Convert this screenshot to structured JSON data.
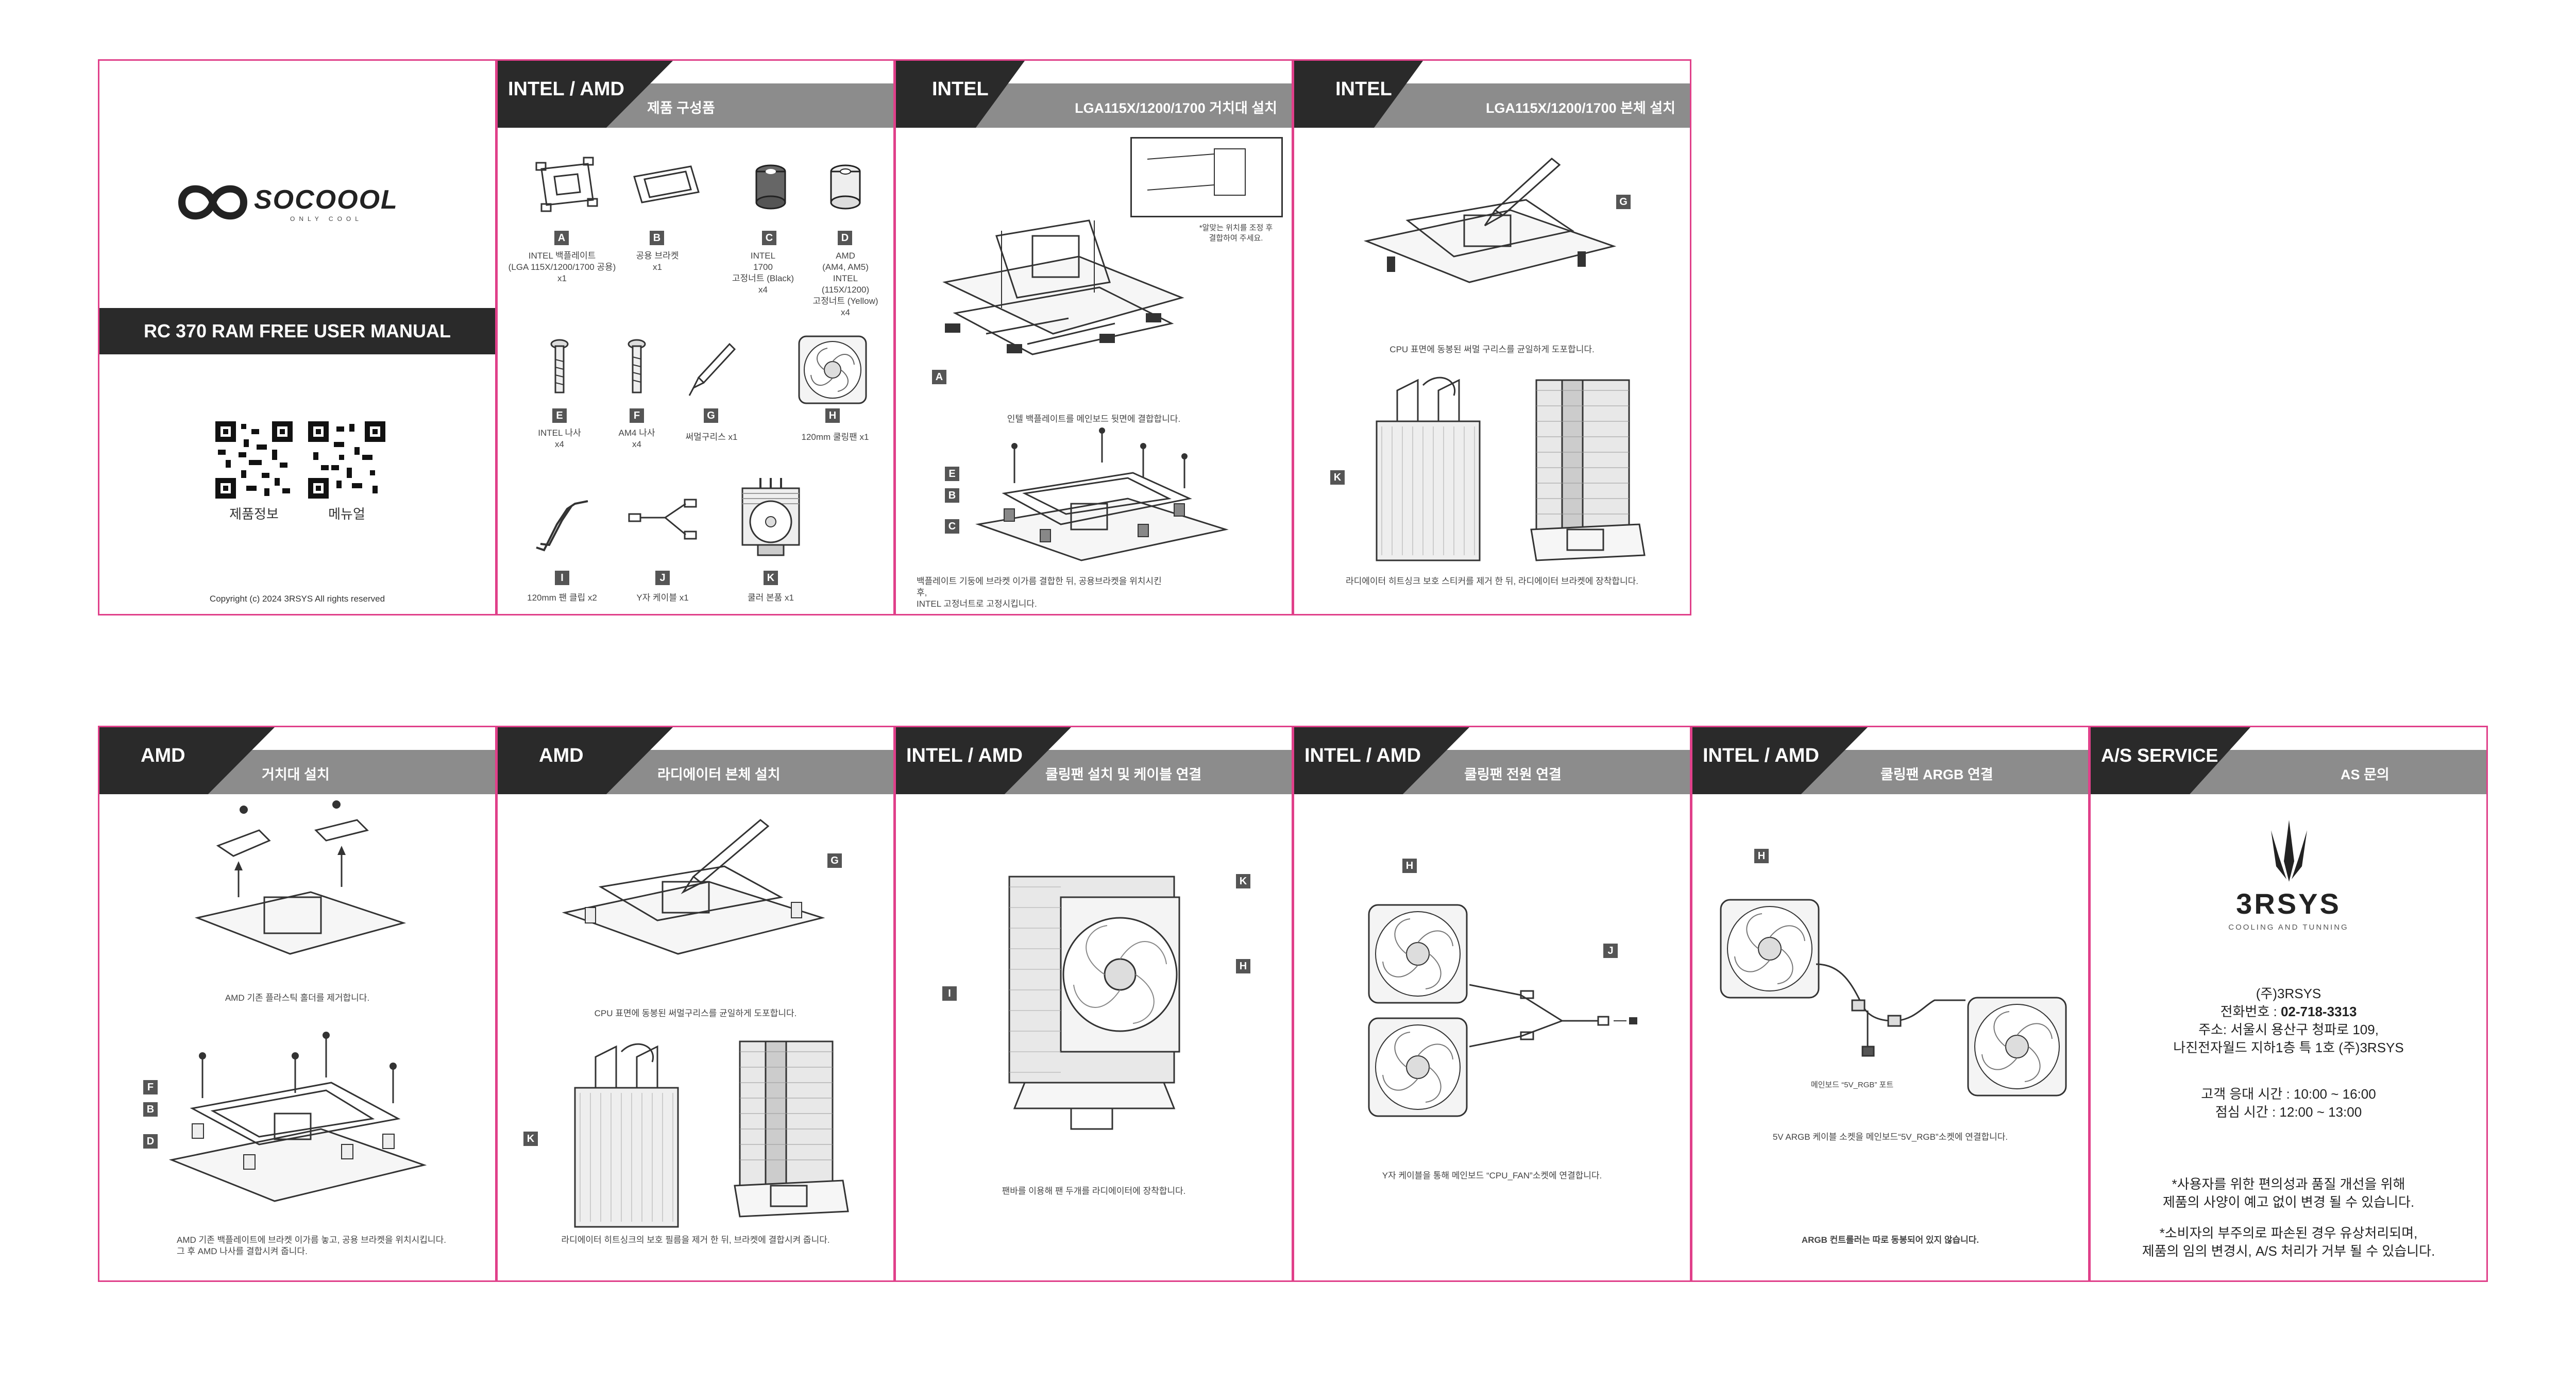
{
  "cover": {
    "brand": "SOCOOOL",
    "slogan": "ONLY COOL",
    "manual_title": "RC 370 RAM FREE USER MANUAL",
    "qr1_label": "제품정보",
    "qr2_label": "메뉴얼",
    "copyright": "Copyright (c) 2024 3RSYS  All rights reserved"
  },
  "p1": {
    "tag": "INTEL / AMD",
    "title": "제품 구성품",
    "items": [
      {
        "letter": "A",
        "caption": "INTEL 백플레이트\n(LGA 115X/1200/1700 공용)\nx1"
      },
      {
        "letter": "B",
        "caption": "공용 브라켓\nx1"
      },
      {
        "letter": "C",
        "caption": "INTEL\n1700\n고정너트 (Black)\nx4"
      },
      {
        "letter": "D",
        "caption": "AMD\n(AM4, AM5)\nINTEL\n(115X/1200)\n고정너트 (Yellow)\nx4"
      },
      {
        "letter": "E",
        "caption": "INTEL 나사\nx4"
      },
      {
        "letter": "F",
        "caption": "AM4 나사\nx4"
      },
      {
        "letter": "G",
        "caption": "써멀구리스 x1"
      },
      {
        "letter": "H",
        "caption": "120mm 쿨링팬 x1"
      },
      {
        "letter": "I",
        "caption": "120mm 팬 클립 x2"
      },
      {
        "letter": "J",
        "caption": "Y자 케이블 x1"
      },
      {
        "letter": "K",
        "caption": "쿨러 본품 x1"
      }
    ]
  },
  "p2": {
    "tag": "INTEL",
    "title": "LGA115X/1200/1700 거치대 설치",
    "note": "*알맞는 위치를 조정 후\n결합하여 주세요.",
    "cap1": "인텔 백플레이트를 메인보드 뒷면에 결합합니다.",
    "cap2": "백플레이트 기둥에 브라켓 이가름 결합한 뒤, 공용브라켓을 위치시킨 후,\nINTEL 고정너트로 고정시킵니다.",
    "labels": [
      "A",
      "E",
      "B",
      "C"
    ]
  },
  "p3": {
    "tag": "INTEL",
    "title": "LGA115X/1200/1700 본체 설치",
    "cap1": "CPU 표면에 동봉된 써멀 구리스를 균일하게 도포합니다.",
    "cap2": "라디에이터 히트싱크 보호 스티커를 제거 한 뒤, 라디에이터 브라켓에 장착합니다.",
    "labels": [
      "G",
      "K"
    ]
  },
  "p4": {
    "tag": "AMD",
    "title": "거치대 설치",
    "cap1": "AMD 기존 플라스틱 홀더를 제거합니다.",
    "cap2": "AMD 기존 백플레이트에 브라켓 이가름 놓고, 공용 브라켓을 위치시킵니다.\n그 후 AMD 나사를 결합시켜 줍니다.",
    "labels": [
      "F",
      "B",
      "D"
    ]
  },
  "p5": {
    "tag": "AMD",
    "title": "라디에이터 본체 설치",
    "cap1": "CPU 표면에 동봉된 써멀구리스를 균일하게 도포합니다.",
    "cap2": "라디에이터 히트싱크의 보호 필름을 제거 한 뒤, 브라켓에 결합시켜 줍니다.",
    "labels": [
      "G",
      "K"
    ]
  },
  "p6": {
    "tag": "INTEL / AMD",
    "title": "쿨링팬 설치 및 케이블 연결",
    "cap1": "팬바를 이용해 팬 두개를 라디에이터에 장착합니다.",
    "labels": [
      "K",
      "H",
      "I"
    ]
  },
  "p7": {
    "tag": "INTEL / AMD",
    "title": "쿨링팬 전원 연결",
    "cap1": "Y자 케이블을 통해  메인보드 “CPU_FAN”소켓에  연결합니다.",
    "labels": [
      "H",
      "J"
    ]
  },
  "p8": {
    "tag": "INTEL / AMD",
    "title": "쿨링팬 ARGB 연결",
    "port": "메인보드 “5V_RGB” 포트",
    "cap1": "5V ARGB 케이블 소켓을 메인보드“5V_RGB”소켓에 연결합니다.",
    "cap2": "ARGB 컨트롤러는 따로 동봉되어 있지 않습니다.",
    "labels": [
      "H"
    ]
  },
  "p9": {
    "tag": "A/S SERVICE",
    "title": "AS 문의",
    "logo": "3RSYS",
    "logo_sub": "COOLING AND TUNNING",
    "company": "(주)3RSYS",
    "phone_label": "전화번호 :",
    "phone": "02-718-3313",
    "address1": "주소: 서울시 용산구 청파로 109,",
    "address2": "나진전자월드 지하1층 특 1호 (주)3RSYS",
    "hours1": "고객 응대 시간 : 10:00 ~ 16:00",
    "hours2": "점심 시간 : 12:00 ~ 13:00",
    "notice1a": "*사용자를 위한 편의성과 품질 개선을 위해",
    "notice1b": "제품의 사양이 예고 없이 변경 될 수 있습니다.",
    "notice2a": "*소비자의 부주의로 파손된 경우 유상처리되며,",
    "notice2b": "제품의 임의 변경시, A/S 처리가 거부 될 수 있습니다."
  }
}
